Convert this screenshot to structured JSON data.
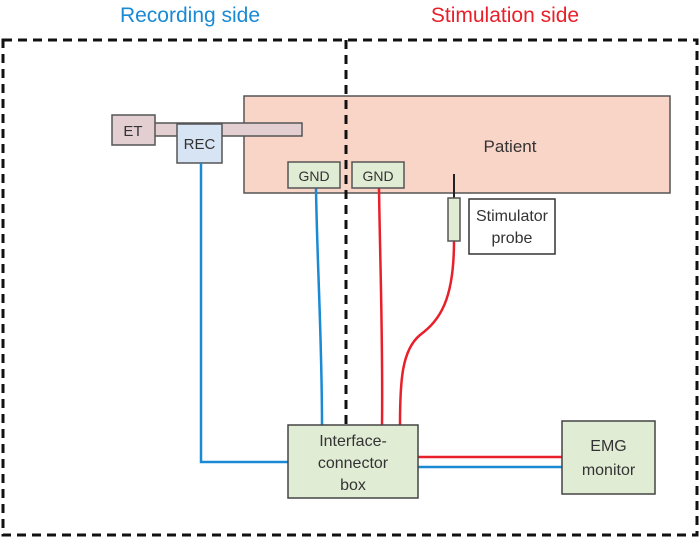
{
  "headers": {
    "recording": "Recording side",
    "stimulation": "Stimulation side"
  },
  "nodes": {
    "et": "ET",
    "rec": "REC",
    "patient": "Patient",
    "gnd_recording": "GND",
    "gnd_stimulation": "GND",
    "stimulator_probe": [
      "Stimulator",
      "probe"
    ],
    "interface_box": [
      "Interface-",
      "connector",
      "box"
    ],
    "emg_monitor": [
      "EMG",
      "monitor"
    ]
  },
  "colors": {
    "recording": "#1a8ad4",
    "stimulation": "#e8202a",
    "patient_fill": "#f9d5c8",
    "component_fill": "#e1ecd5",
    "rec_fill": "#d6e4f3",
    "et_fill": "#e3cfd2"
  }
}
